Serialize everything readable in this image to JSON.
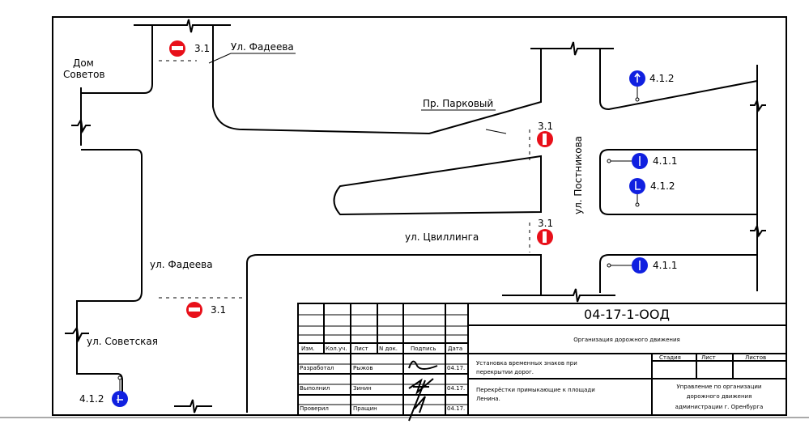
{
  "streets": {
    "fadeeva_top": "Ул. Фадеева",
    "dom_sovetov_1": "Дом",
    "dom_sovetov_2": "Советов",
    "parkovy": "Пр. Парковый",
    "postnikova": "ул. Постникова",
    "tsvillinga": "ул. Цвиллинга",
    "fadeeva_bottom": "ул. Фадеева",
    "sovetskaya": "ул. Советская"
  },
  "signs": [
    {
      "code": "3.1",
      "type": "no-entry",
      "color": "#e8101a"
    },
    {
      "code": "3.1",
      "type": "no-entry",
      "color": "#e8101a"
    },
    {
      "code": "3.1",
      "type": "no-entry",
      "color": "#e8101a"
    },
    {
      "code": "3.1",
      "type": "no-entry",
      "color": "#e8101a"
    },
    {
      "code": "4.1.2",
      "type": "mandatory-direction",
      "color": "#1020e0"
    },
    {
      "code": "4.1.1",
      "type": "mandatory-direction",
      "color": "#1020e0"
    },
    {
      "code": "4.1.2",
      "type": "mandatory-direction",
      "color": "#1020e0"
    },
    {
      "code": "4.1.1",
      "type": "mandatory-direction",
      "color": "#1020e0"
    },
    {
      "code": "4.1.2",
      "type": "mandatory-direction",
      "color": "#1020e0"
    }
  ],
  "title_block": {
    "code": "04-17-1-ООД",
    "title": "Организация дорожного движения",
    "headers": [
      "Изм.",
      "Кол.уч.",
      "Лист",
      "N док.",
      "Подпись",
      "Дата"
    ],
    "rows": [
      {
        "role": "Разработал",
        "name": "Рыжов",
        "date": "04.17."
      },
      {
        "role": "Выполнил",
        "name": "Зинин",
        "date": "04.17."
      },
      {
        "role": "Проверил",
        "name": "Пращин",
        "date": "04.17."
      }
    ],
    "description_1": "Установка временных знаков при",
    "description_2": "перекрытии дорог.",
    "location_1": "Перекрёстки примыкающие к площади",
    "location_2": "Ленина.",
    "stage_headers": [
      "Стадия",
      "Лист",
      "Листов"
    ],
    "org_1": "Управление по организации",
    "org_2": "дорожного движения",
    "org_3": "администрации г. Оренбурга"
  }
}
